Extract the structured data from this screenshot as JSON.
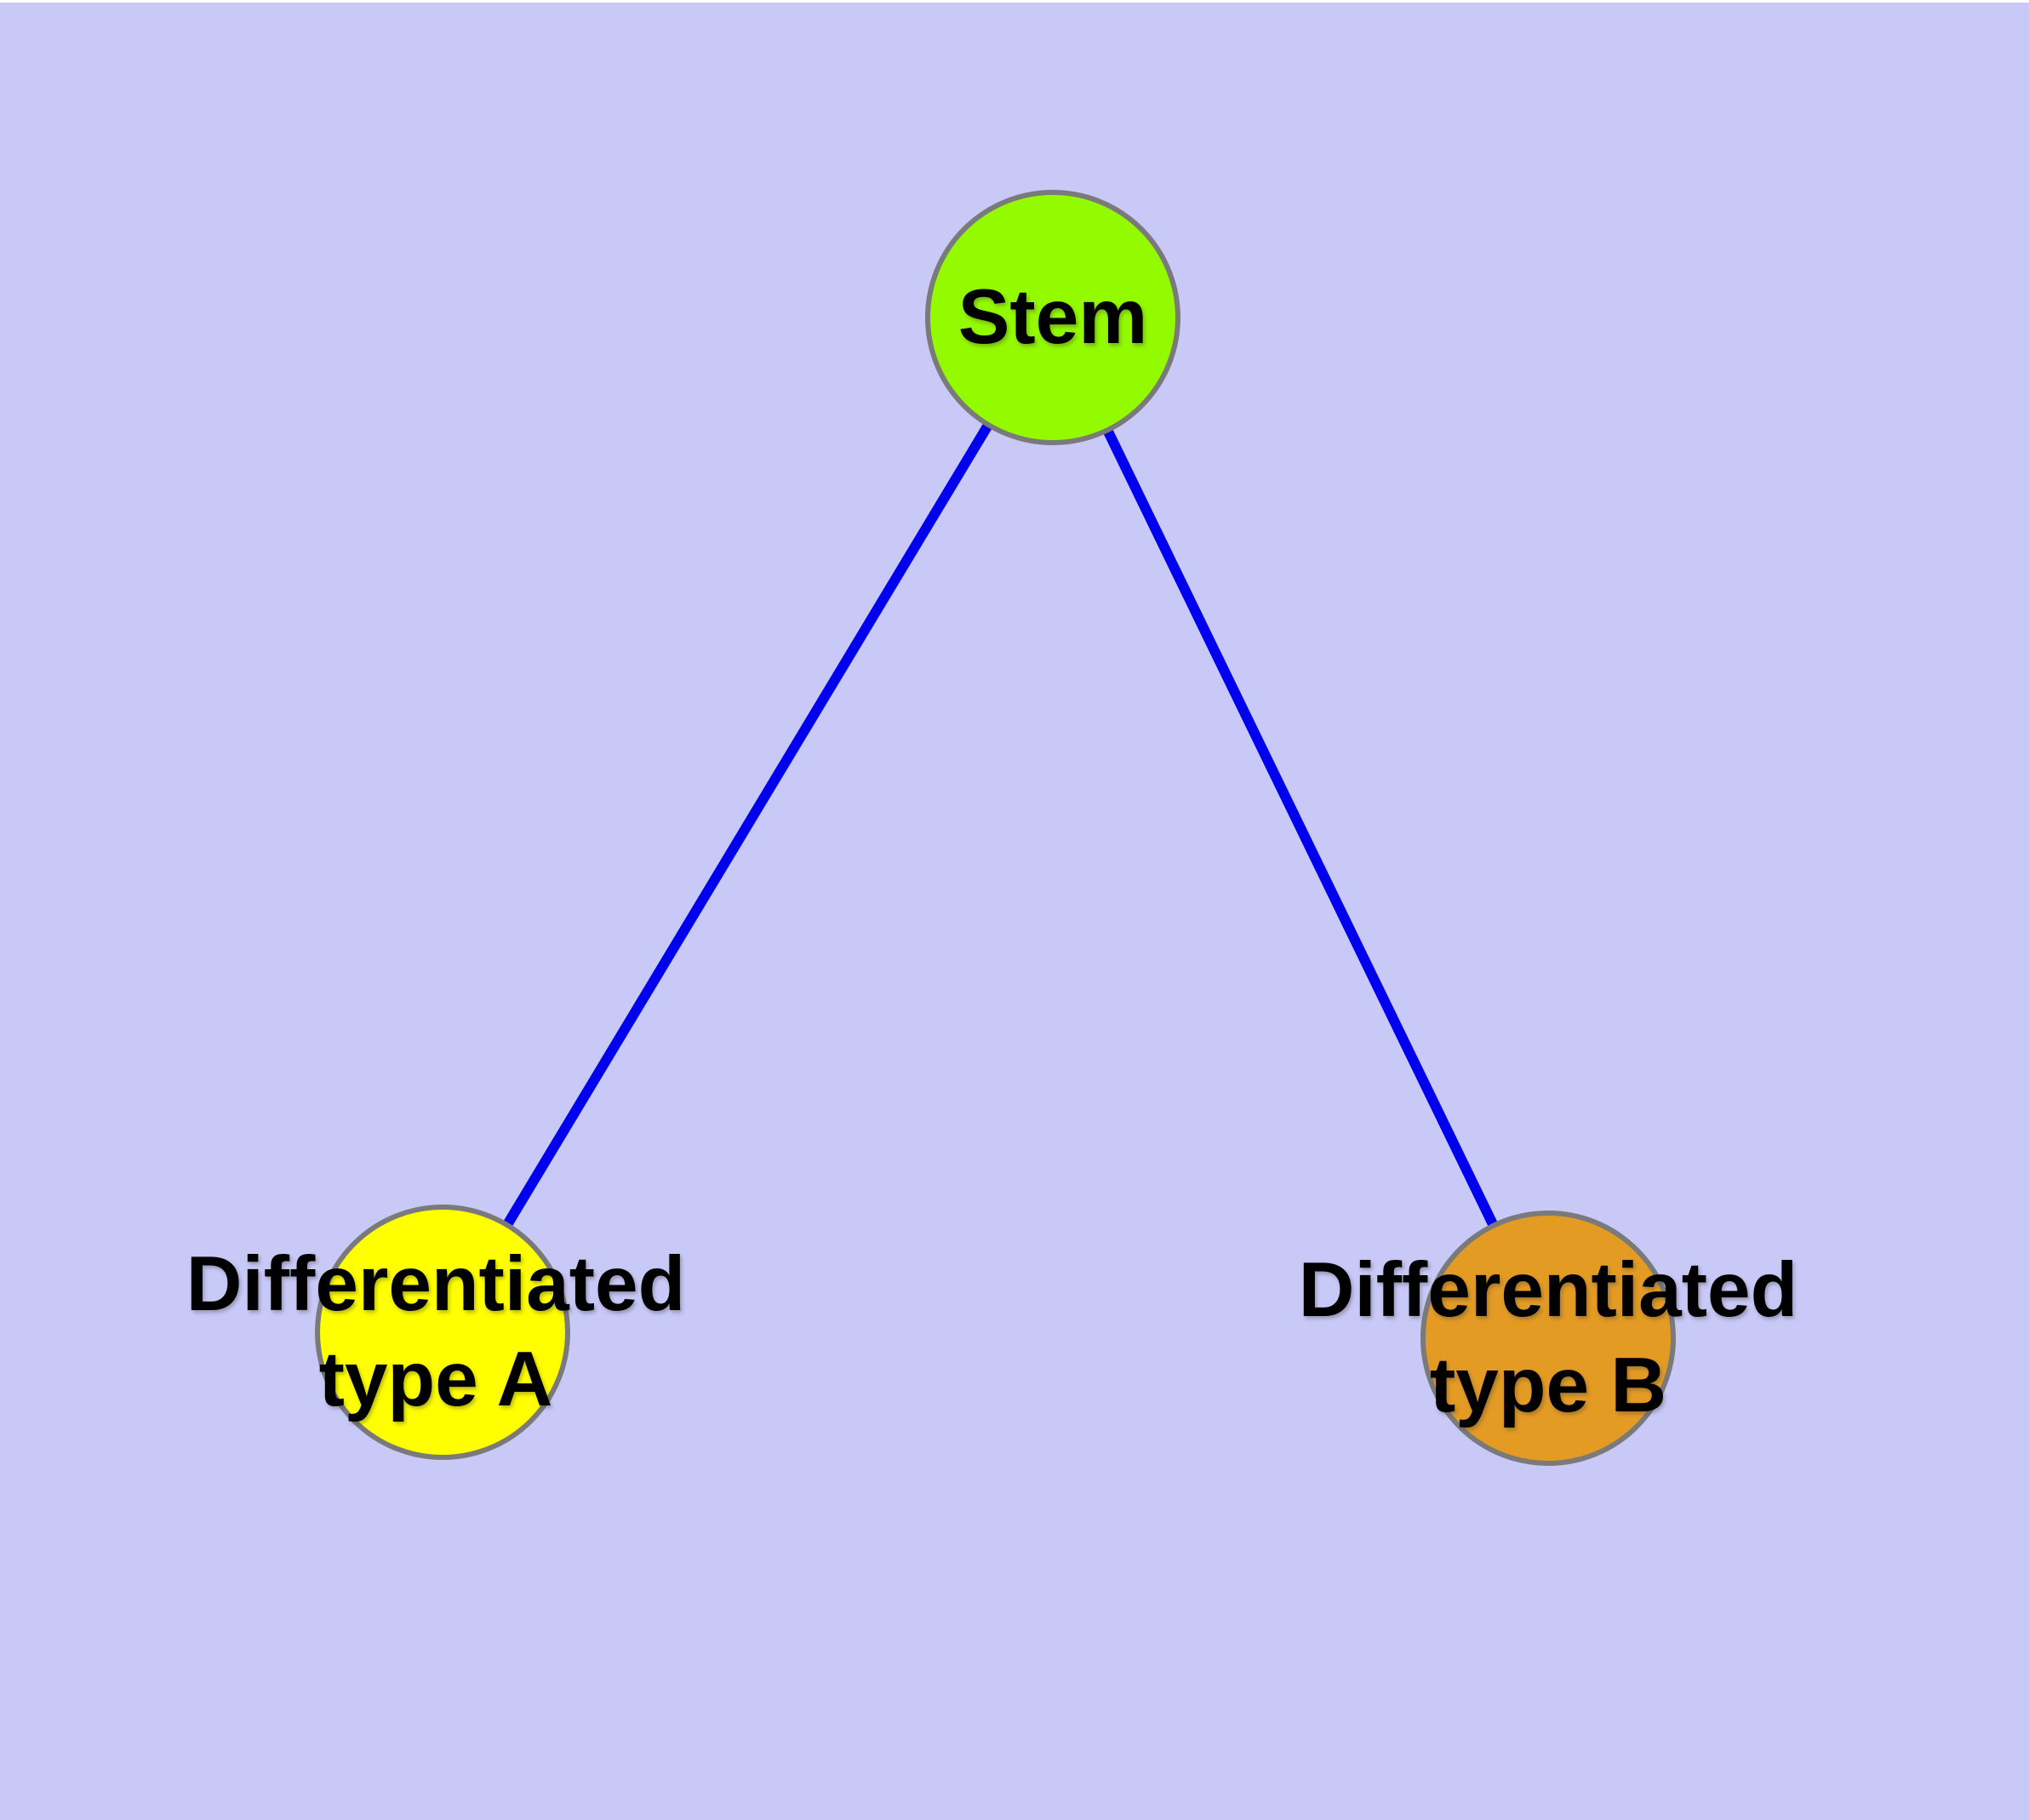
{
  "diagram": {
    "background_color": "#C9C9F8",
    "top_strip_color": "#FFFFFF",
    "edge_color": "#0000EE",
    "node_border_color": "#7A7A7A",
    "text_color": "#000000",
    "nodes": [
      {
        "id": "stem",
        "label": "Stem",
        "color": "#93FA00"
      },
      {
        "id": "differentiated-type-a",
        "label": "Differentiated type A",
        "label_line1": "Differentiated",
        "label_line2": "type A",
        "color": "#FFFF00"
      },
      {
        "id": "differentiated-type-b",
        "label": "Differentiated type B",
        "label_line1": "Differentiated",
        "label_line2": "type B",
        "color": "#E39B24"
      }
    ],
    "edges": [
      {
        "from": "Stem",
        "to": "Differentiated type A"
      },
      {
        "from": "Stem",
        "to": "Differentiated type B"
      }
    ]
  }
}
